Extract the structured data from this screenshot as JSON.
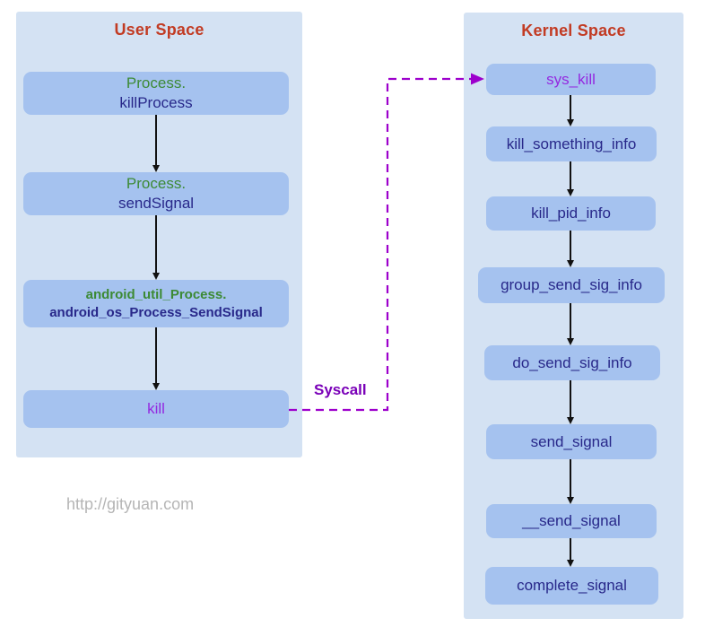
{
  "user_space": {
    "title": "User Space",
    "boxes": [
      {
        "line1": "Process.",
        "line2": "killProcess"
      },
      {
        "line1": "Process.",
        "line2": "sendSignal"
      },
      {
        "line1": "android_util_Process.",
        "line2": "android_os_Process_SendSignal"
      },
      {
        "label": "kill"
      }
    ]
  },
  "kernel_space": {
    "title": "Kernel Space",
    "boxes": [
      "sys_kill",
      "kill_something_info",
      "kill_pid_info",
      "group_send_sig_info",
      "do_send_sig_info",
      "send_signal",
      "__send_signal",
      "complete_signal"
    ]
  },
  "connector": {
    "label": "Syscall"
  },
  "watermark": "http://gityuan.com",
  "colors": {
    "panel_bg": "#d4e2f3",
    "node_bg": "#a5c2ef",
    "panel_title": "#c23b23",
    "class_green": "#3c8a34",
    "method_navy": "#28288a",
    "highlight_purple": "#9429e0",
    "dashed_arrow": "#9d00cc",
    "syscall_label": "#7a00b8",
    "arrow_black": "#111111",
    "watermark_gray": "#b5b5b5"
  }
}
